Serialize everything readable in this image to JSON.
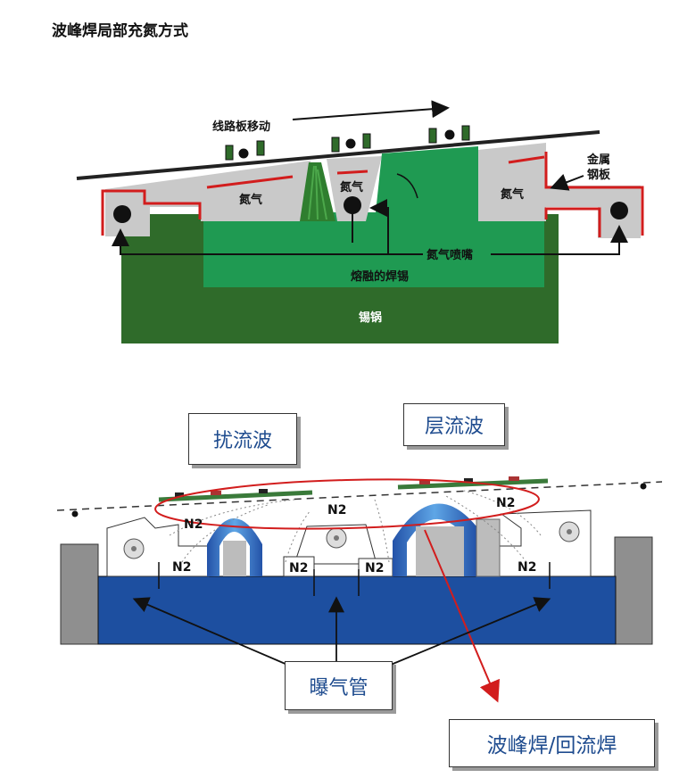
{
  "title": "波峰焊局部充氮方式",
  "top_diagram": {
    "board_move": "线路板移动",
    "nitrogen_left": "氮气",
    "nitrogen_center": "氮气",
    "nitrogen_right": "氮气",
    "metal_plate": "金属钢板",
    "nozzle": "氮气喷嘴",
    "molten_solder": "熔融的焊锡",
    "solder_pot": "锡锅"
  },
  "bottom_diagram": {
    "turbulent_wave": "扰流波",
    "laminar_wave": "层流波",
    "n2_label": "N2",
    "aeration_tube": "曝气管",
    "wave_reflow": "波峰焊/回流焊"
  },
  "colors": {
    "green_dark": "#2f6b2a",
    "green_bright": "#1f9a52",
    "red": "#d21d1d",
    "blue": "#1d4fa0",
    "grey": "#c9c9c9"
  }
}
